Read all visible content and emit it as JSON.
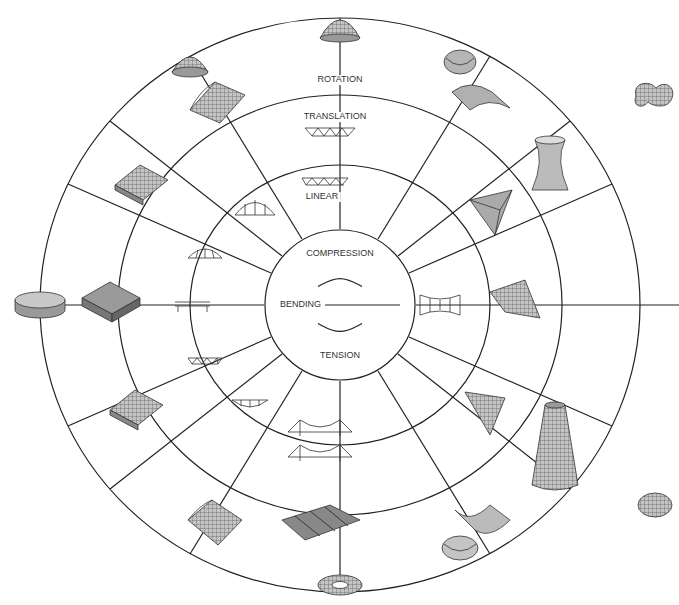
{
  "diagram": {
    "nodes": [
      {
        "text": [
          "COMPRESSION",
          "BENDING",
          "TENSION"
        ]
      }
    ],
    "labels": [
      "ROTATION",
      "TRANSLATION",
      "LINEAR"
    ]
  }
}
